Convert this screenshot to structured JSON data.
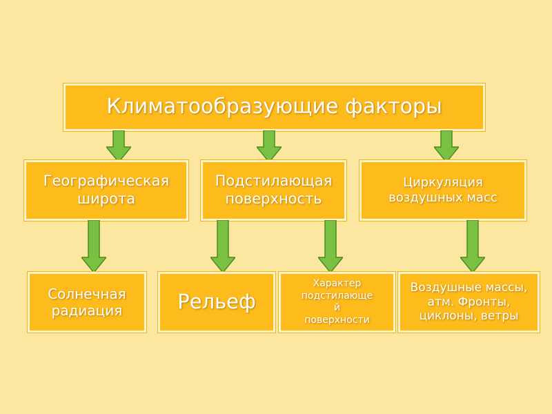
{
  "diagram": {
    "root": "Климатообразующие факторы",
    "level2": [
      "Географическая\nширота",
      "Подстилающая\nповерхность",
      "Циркуляция\nвоздушных масс"
    ],
    "level3": [
      "Солнечная\nрадиация",
      "Рельеф",
      "Характер\nподстилающе\nй\nповерхности",
      "Воздушные массы,\nатм. Фронты,\nциклоны, ветры"
    ],
    "colors": {
      "background": "#fbe7a0",
      "box_fill": "#fdbb1c",
      "box_border": "#fff3c8",
      "arrow_fill": "#7ac143",
      "arrow_stroke": "#4d8a1f",
      "text": "#ffffff"
    }
  }
}
